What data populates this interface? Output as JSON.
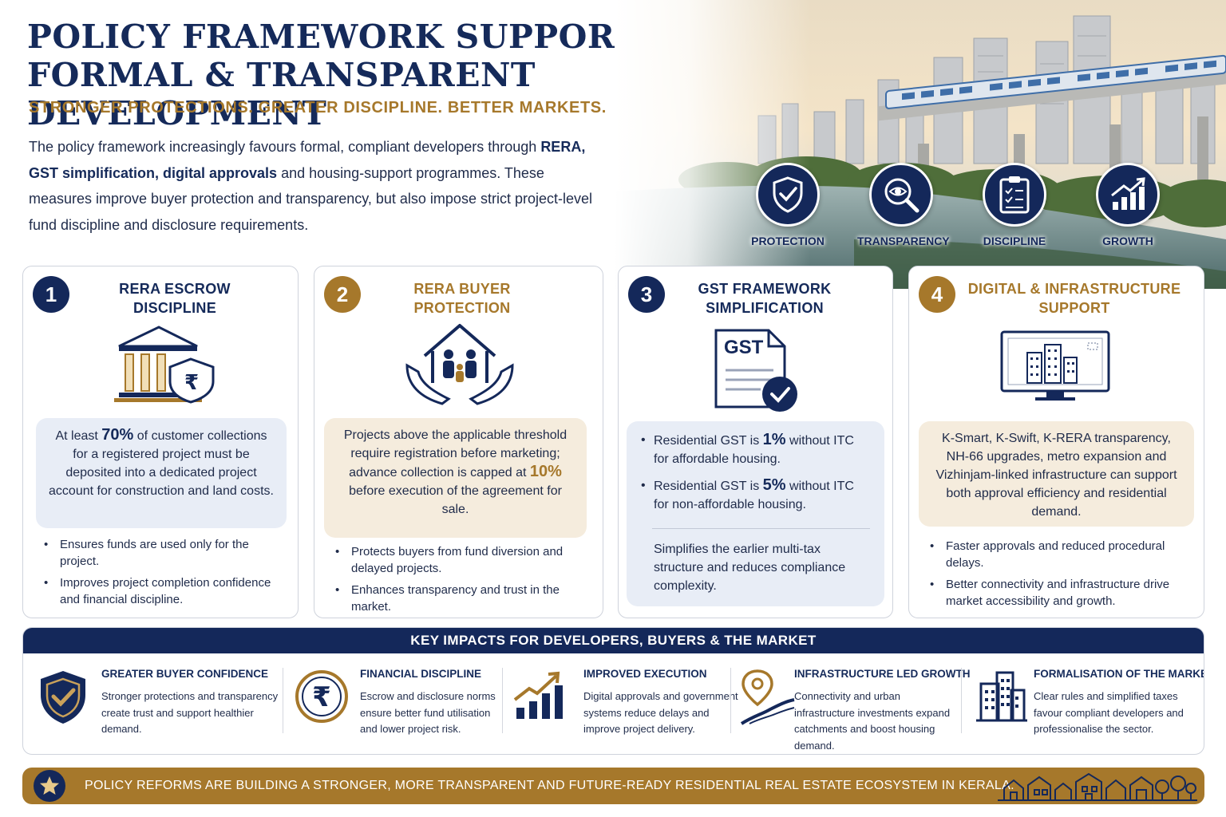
{
  "header": {
    "title_line1": "POLICY FRAMEWORK SUPPORTING",
    "title_line2": "FORMAL & TRANSPARENT DEVELOPMENT",
    "subtitle": "STRONGER PROTECTIONS. GREATER DISCIPLINE. BETTER MARKETS.",
    "intro_part1": "The policy framework increasingly favours formal, compliant developers through",
    "intro_bold": "RERA, GST simplification, digital approvals",
    "intro_part2": "and housing-support programmes. These measures improve buyer protection and transparency, but also impose strict project-level fund discipline and disclosure requirements."
  },
  "pillars": [
    {
      "label": "PROTECTION",
      "icon": "shield-check-icon"
    },
    {
      "label": "TRANSPARENCY",
      "icon": "magnifier-eye-icon"
    },
    {
      "label": "DISCIPLINE",
      "icon": "clipboard-checklist-icon"
    },
    {
      "label": "GROWTH",
      "icon": "growth-chart-icon"
    }
  ],
  "cards": [
    {
      "number": "1",
      "title_line1": "RERA ESCROW",
      "title_line2": "DISCIPLINE",
      "icon": "bank-rupee-shield-icon",
      "box_pre": "At least",
      "box_highlight": "70%",
      "box_post": "of customer collections for a registered project must be deposited into a dedicated project account for construction and land costs.",
      "bullets": [
        "Ensures funds are used only for the project.",
        "Improves project completion confidence and financial discipline."
      ]
    },
    {
      "number": "2",
      "title_line1": "RERA BUYER",
      "title_line2": "PROTECTION",
      "icon": "family-home-hands-icon",
      "box_pre": "Projects above the applicable threshold require registration before marketing; advance collection is capped at",
      "box_highlight": "10%",
      "box_post": "before execution of the agreement for sale.",
      "bullets": [
        "Protects buyers from fund diversion and delayed projects.",
        "Enhances transparency and trust in the market."
      ]
    },
    {
      "number": "3",
      "title_line1": "GST FRAMEWORK",
      "title_line2": "SIMPLIFICATION",
      "icon": "gst-document-check-icon",
      "icon_text": "GST",
      "gst_items": [
        {
          "pre": "Residential GST is",
          "highlight": "1%",
          "post": "without ITC for affordable housing."
        },
        {
          "pre": "Residential GST is",
          "highlight": "5%",
          "post": "without ITC for non-affordable housing."
        }
      ],
      "note": "Simplifies the earlier multi-tax structure and reduces compliance complexity."
    },
    {
      "number": "4",
      "title_line1": "DIGITAL & INFRASTRUCTURE",
      "title_line2": "SUPPORT",
      "icon": "monitor-buildings-icon",
      "box_text": "K-Smart, K-Swift, K-RERA transparency, NH-66 upgrades, metro expansion and Vizhinjam-linked infrastructure can support both approval efficiency and residential demand.",
      "bullets": [
        "Faster approvals and reduced procedural delays.",
        "Better connectivity and infrastructure drive market accessibility and growth."
      ]
    }
  ],
  "impacts": {
    "heading": "KEY IMPACTS FOR DEVELOPERS, BUYERS & THE MARKET",
    "items": [
      {
        "title": "GREATER BUYER CONFIDENCE",
        "text": "Stronger protections and transparency create trust and support healthier demand.",
        "icon": "shield-check-icon"
      },
      {
        "title": "FINANCIAL DISCIPLINE",
        "text": "Escrow and disclosure norms ensure better fund utilisation and lower project risk.",
        "icon": "rupee-coin-icon"
      },
      {
        "title": "IMPROVED EXECUTION",
        "text": "Digital approvals and government systems reduce delays and improve project delivery.",
        "icon": "growth-chart-icon"
      },
      {
        "title": "INFRASTRUCTURE LED GROWTH",
        "text": "Connectivity and urban infrastructure investments expand catchments and boost housing demand.",
        "icon": "location-road-icon"
      },
      {
        "title": "FORMALISATION OF THE MARKET",
        "text": "Clear rules and simplified taxes favour compliant developers and professionalise the sector.",
        "icon": "buildings-icon"
      }
    ]
  },
  "footer": {
    "text": "POLICY REFORMS ARE BUILDING A STRONGER, MORE TRANSPARENT AND FUTURE-READY RESIDENTIAL REAL ESTATE ECOSYSTEM IN KERALA.",
    "icon": "star-icon"
  },
  "colors": {
    "navy": "#14285a",
    "gold": "#a6782b",
    "light_blue": "#e8edf6",
    "light_tan": "#f5ecdd"
  }
}
